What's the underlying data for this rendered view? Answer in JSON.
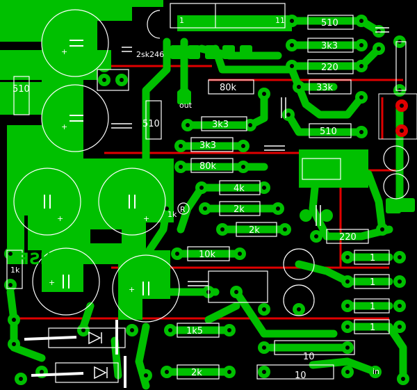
{
  "components": {
    "top_resistors": [
      "510",
      "3k3",
      "220",
      "33k",
      "510"
    ],
    "mid_resistors": [
      "80k",
      "3k3",
      "3k3",
      "80k",
      "4k",
      "2k",
      "2k",
      "220"
    ],
    "left_resistor": "510",
    "mid_resistor_510": "510",
    "low_resistors": [
      "10k",
      "1k5",
      "2k",
      "1k",
      "1",
      "1",
      "1",
      "1"
    ],
    "bottom_caps": [
      "10",
      "10"
    ],
    "transistor": "2sk246",
    "out_label": "out",
    "in_label": "in",
    "pin_1": "1",
    "pin_11": "11",
    "r_label": "R",
    "r1k_label": "1k",
    "logo_text": "NSF"
  },
  "colors": {
    "copper": "#00c000",
    "silkscreen": "#ffffff",
    "board": "#000000",
    "red_trace": "#e00000"
  }
}
